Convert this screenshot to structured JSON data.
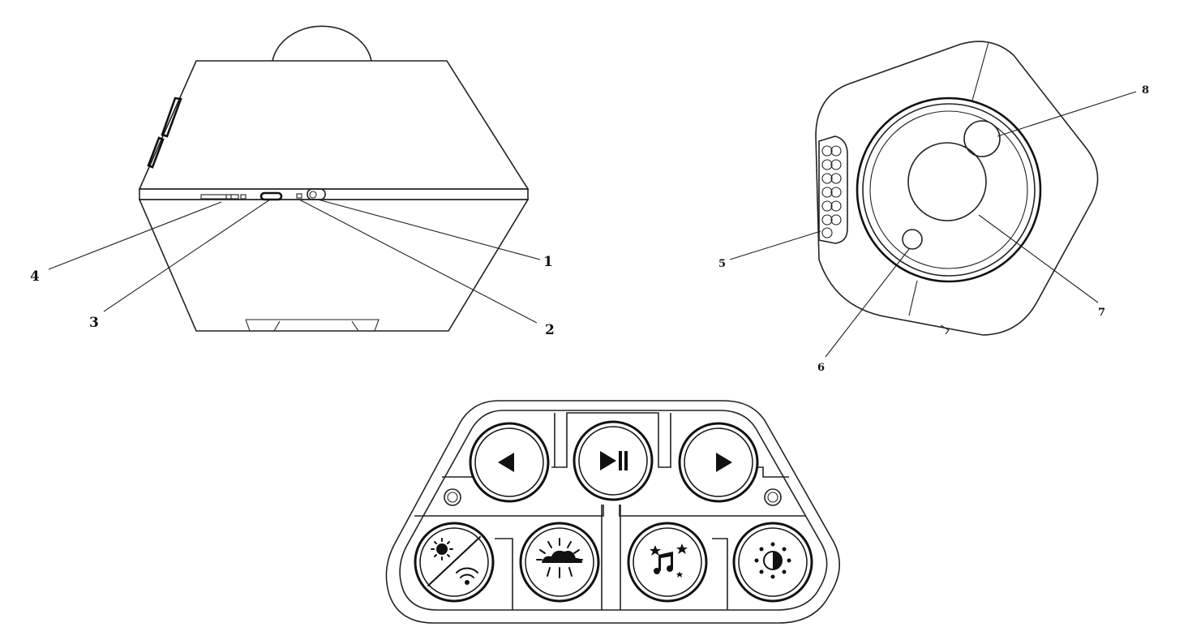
{
  "callouts": {
    "c1": "1",
    "c2": "2",
    "c3": "3",
    "c4": "4",
    "c5": "5",
    "c6": "6",
    "c7": "7",
    "c8": "8"
  },
  "controls": {
    "buttons": [
      {
        "id": "prev",
        "icon": "triangle-left-icon"
      },
      {
        "id": "play-pause",
        "icon": "play-pause-icon"
      },
      {
        "id": "next",
        "icon": "triangle-right-icon"
      },
      {
        "id": "light-wifi",
        "icon": "sun-wifi-icon"
      },
      {
        "id": "sunrise",
        "icon": "sunrise-cloud-icon"
      },
      {
        "id": "music-stars",
        "icon": "music-stars-icon"
      },
      {
        "id": "brightness",
        "icon": "brightness-icon"
      }
    ]
  }
}
